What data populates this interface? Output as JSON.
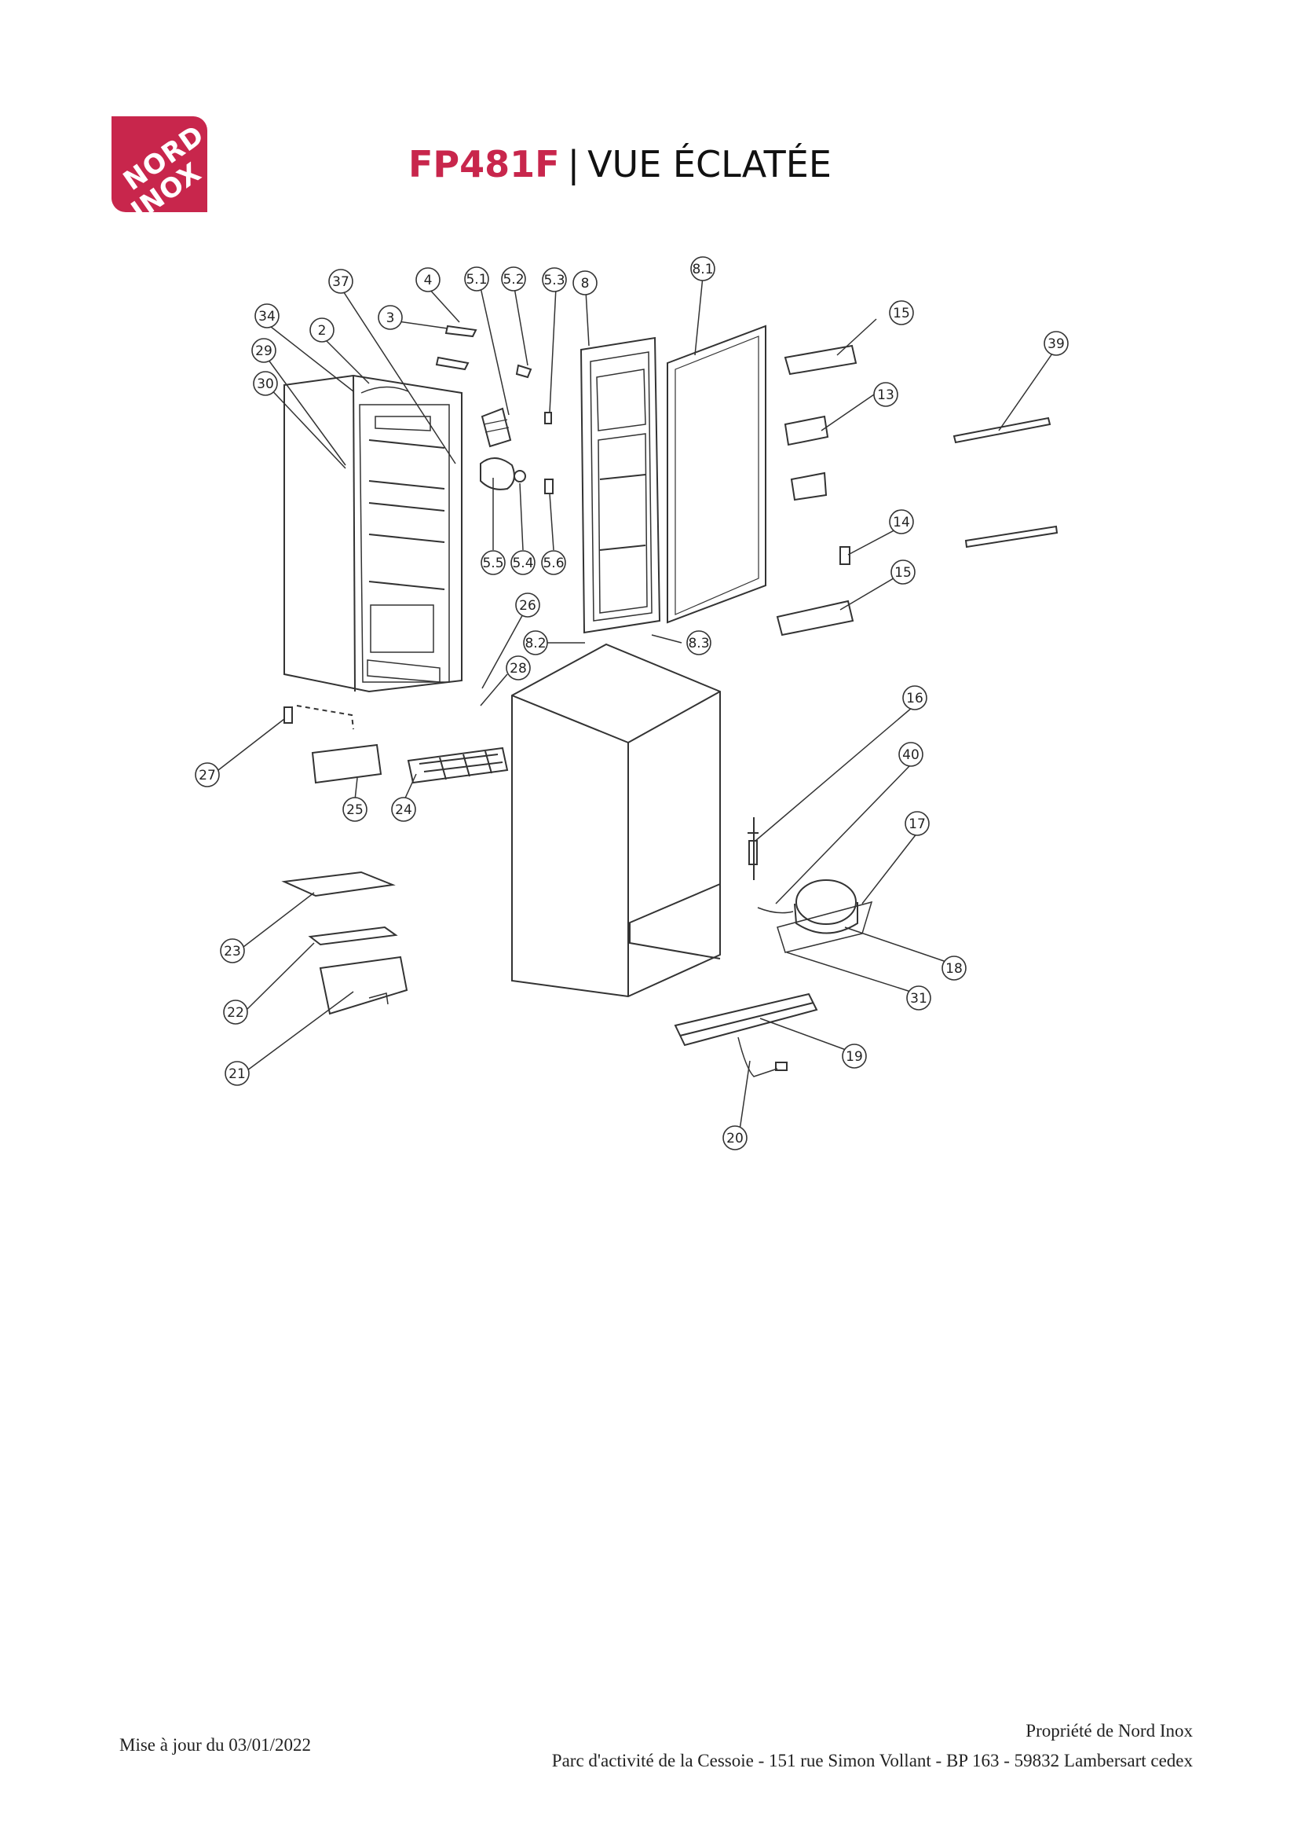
{
  "brand": {
    "line1": "NORD",
    "line2": "INOX",
    "color": "#c8264c"
  },
  "header": {
    "model": "FP481F",
    "separator": "|",
    "title": "VUE ÉCLATÉE"
  },
  "callouts": [
    "37",
    "4",
    "5.1",
    "5.2",
    "5.3",
    "8",
    "8.1",
    "34",
    "2",
    "3",
    "29",
    "30",
    "5.5",
    "5.4",
    "5.6",
    "26",
    "8.2",
    "28",
    "8.3",
    "27",
    "25",
    "24",
    "13",
    "14",
    "15",
    "39",
    "16",
    "40",
    "17",
    "18",
    "31",
    "19",
    "20",
    "23",
    "22",
    "21"
  ],
  "footer": {
    "updated": "Mise à jour du 03/01/2022",
    "owner": "Propriété de Nord Inox",
    "address": "Parc d'activité de la Cessoie - 151 rue Simon Vollant - BP 163 - 59832 Lambersart cedex"
  }
}
